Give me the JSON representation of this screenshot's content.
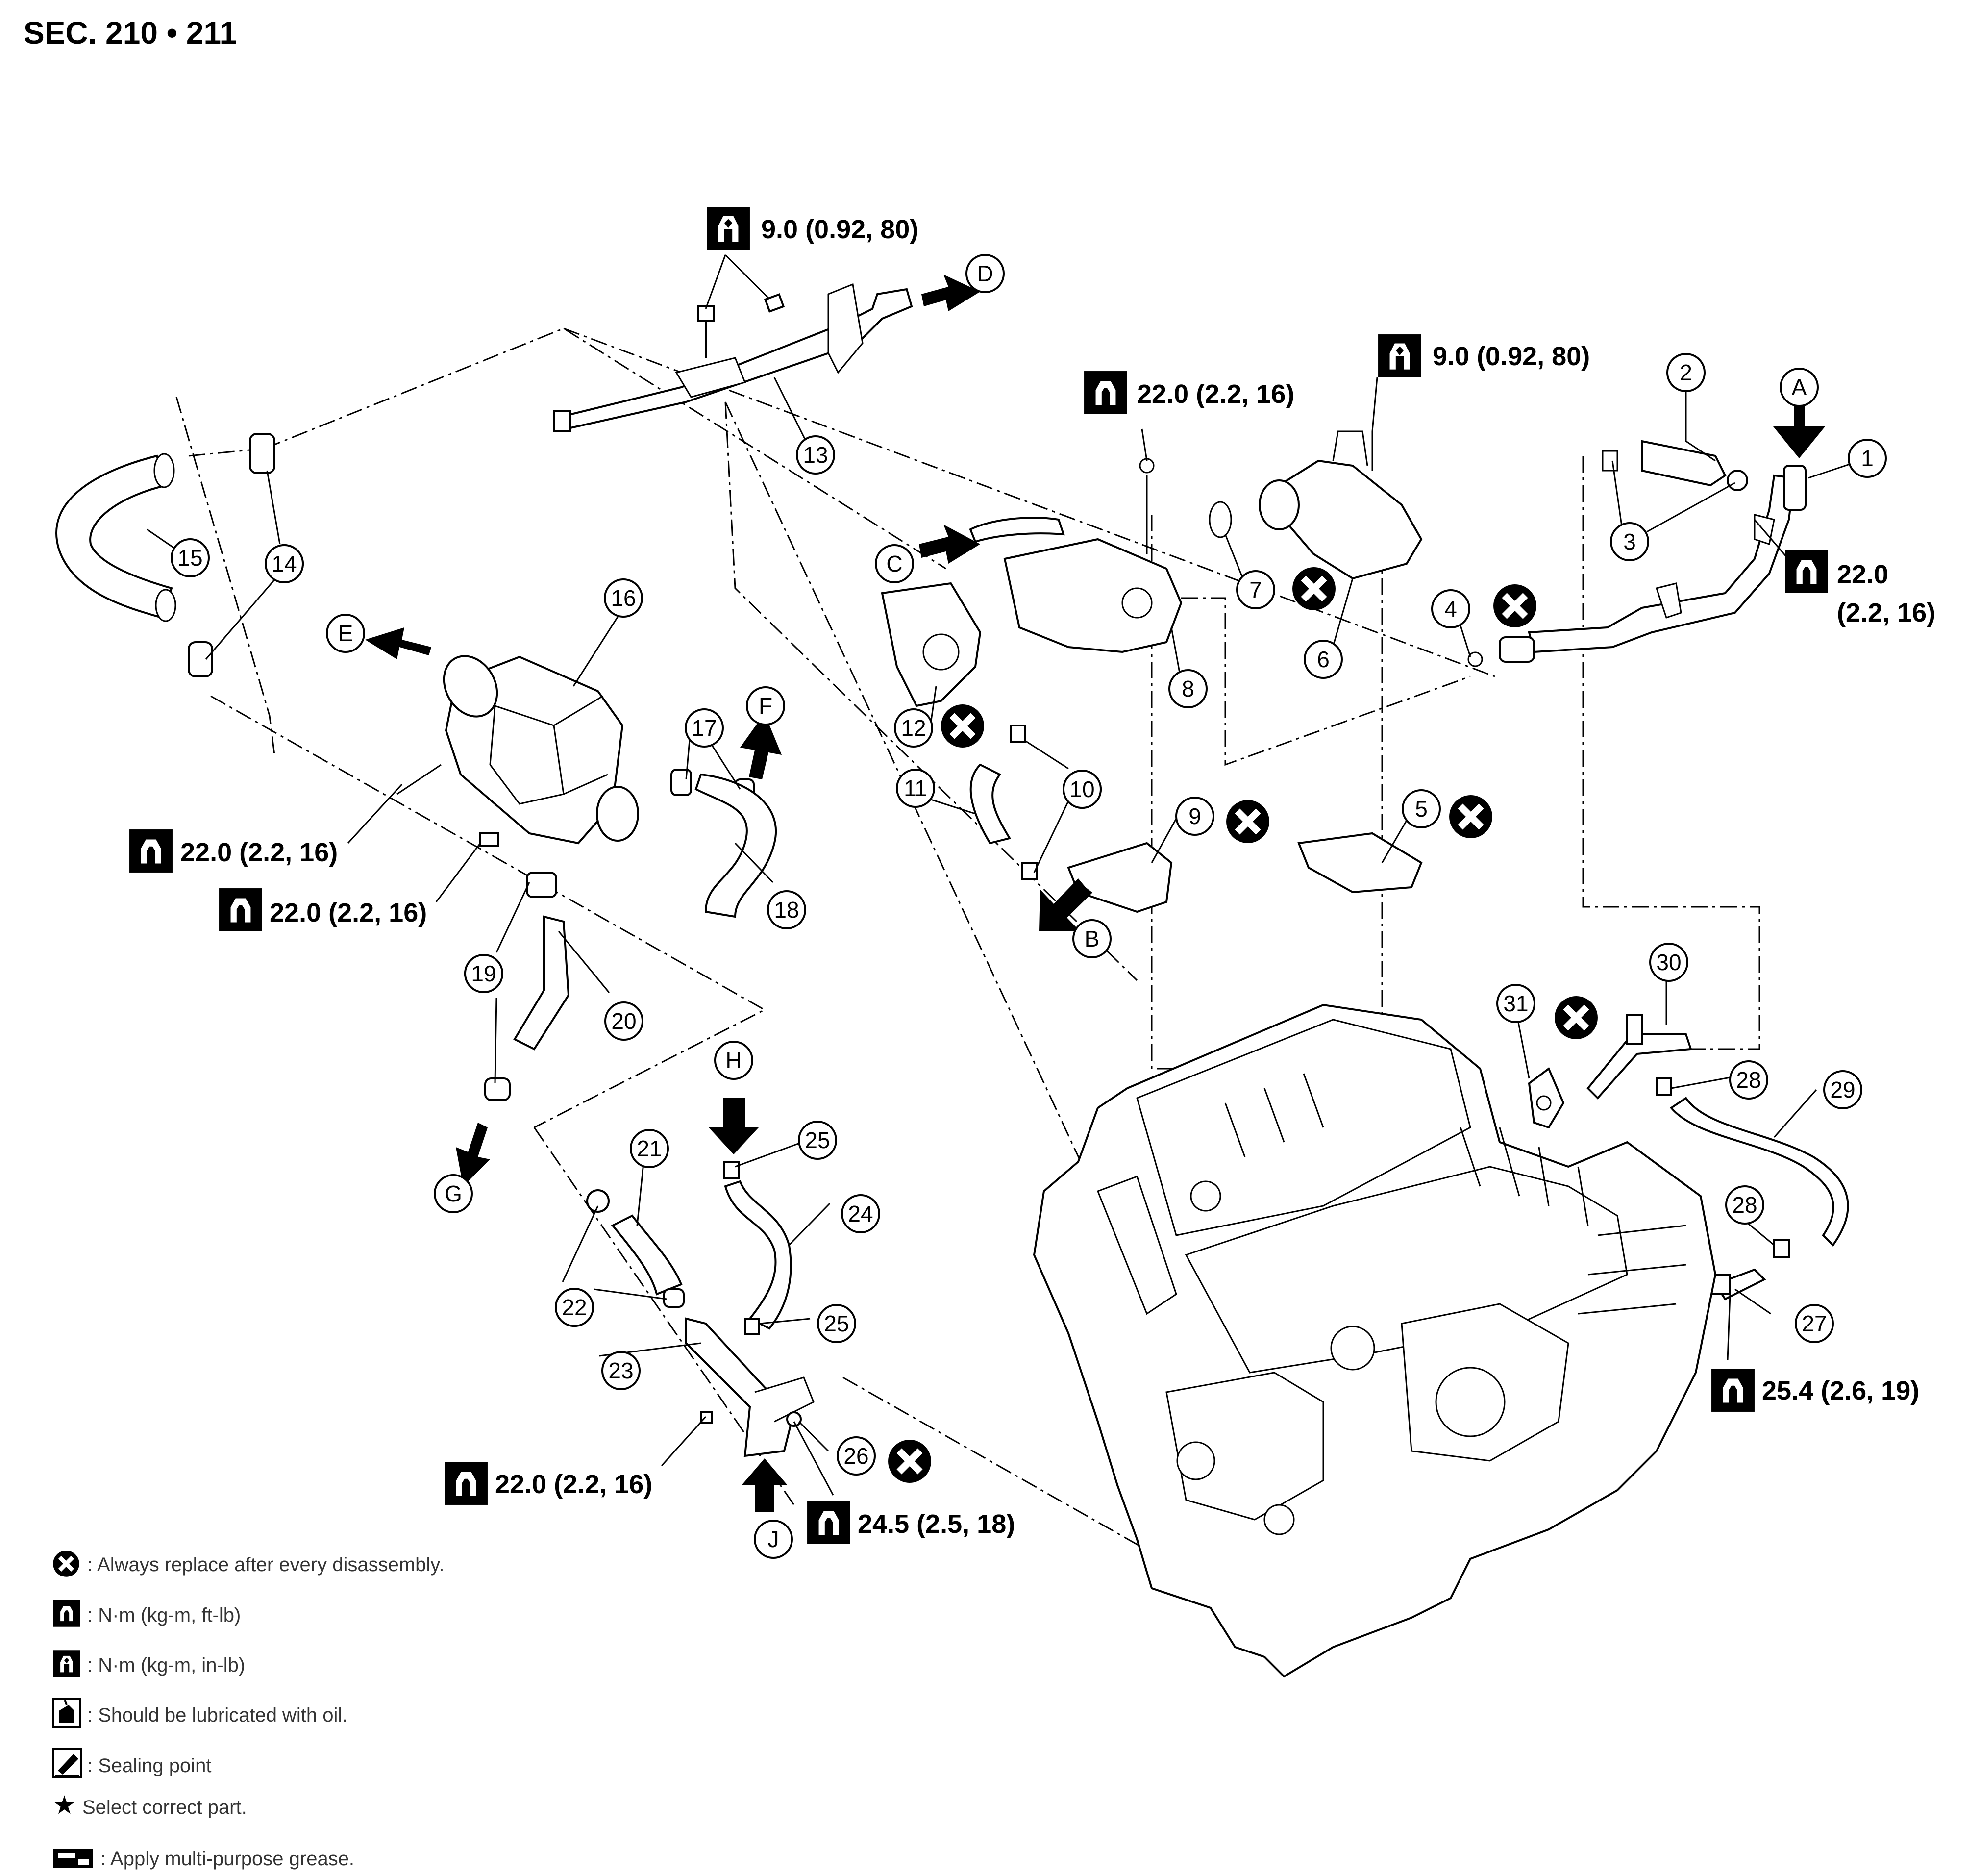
{
  "section_title": "SEC. 210 • 211",
  "callouts": [
    "1",
    "2",
    "3",
    "4",
    "5",
    "6",
    "7",
    "8",
    "9",
    "10",
    "10",
    "11",
    "12",
    "13",
    "14",
    "14",
    "15",
    "16",
    "17",
    "18",
    "19",
    "19",
    "20",
    "21",
    "22",
    "22",
    "23",
    "24",
    "25",
    "25",
    "26",
    "27",
    "28",
    "28",
    "29",
    "30",
    "31"
  ],
  "letters": [
    "A",
    "B",
    "C",
    "D",
    "E",
    "F",
    "G",
    "H",
    "J"
  ],
  "torques": [
    "9.0 (0.92, 80)",
    "9.0 (0.92, 80)",
    "22.0 (2.2, 16)",
    "22.0",
    "(2.2, 16)",
    "22.0 (2.2, 16)",
    "22.0 (2.2, 16)",
    "22.0 (2.2, 16)",
    "24.5 (2.5, 18)",
    "25.4 (2.6, 19)"
  ],
  "torque_icon_types": [
    "in-lb",
    "in-lb",
    "ft-lb",
    "ft-lb",
    "ft-lb",
    "ft-lb",
    "ft-lb",
    "ft-lb",
    "ft-lb"
  ],
  "replace_marked_parts": [
    "4",
    "5",
    "7",
    "9",
    "12",
    "26",
    "31"
  ],
  "legend": [
    {
      "icon": "replace-x-icon",
      "text": ": Always replace after every disassembly."
    },
    {
      "icon": "torque-ftlb-icon",
      "text": ": N·m (kg-m, ft-lb)"
    },
    {
      "icon": "torque-inlb-icon",
      "text": ": N·m (kg-m, in-lb)"
    },
    {
      "icon": "oil-can-icon",
      "text": ": Should be lubricated with oil."
    },
    {
      "icon": "sealing-point-icon",
      "text": ": Sealing point"
    },
    {
      "icon": "star-icon",
      "text": "Select correct part."
    },
    {
      "icon": "grease-icon",
      "text": ": Apply multi-purpose grease."
    }
  ]
}
